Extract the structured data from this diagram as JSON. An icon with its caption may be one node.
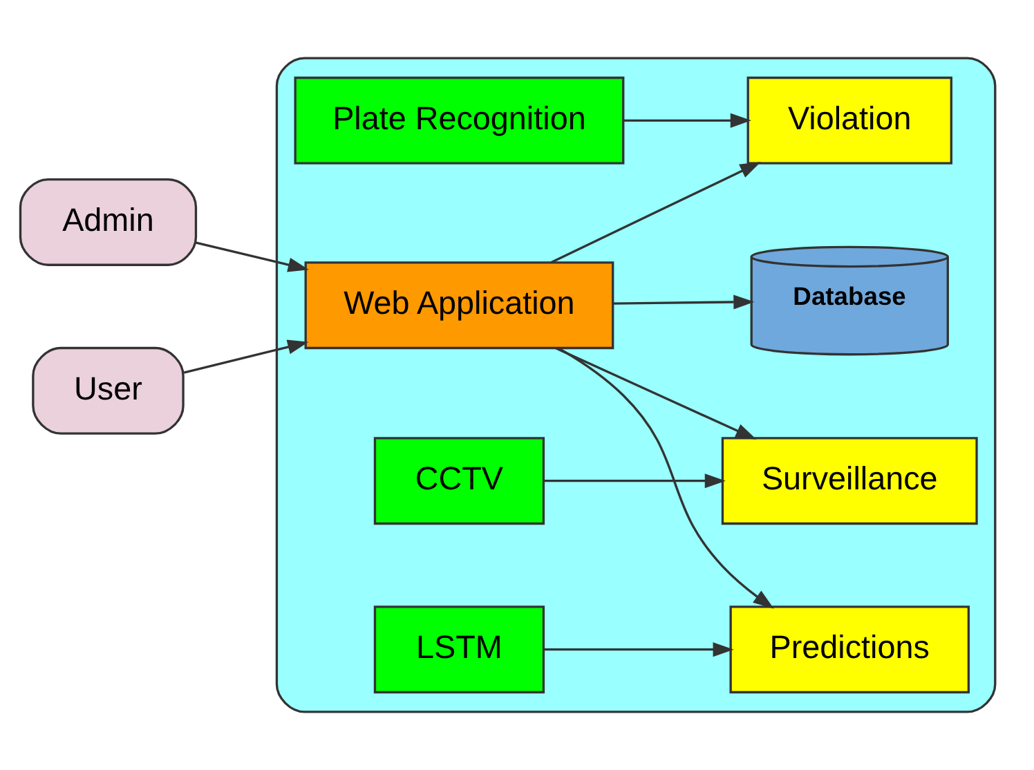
{
  "diagram": {
    "nodes": [
      {
        "text": [],
        "shape": "box"
      },
      {
        "text": [
          "Admin"
        ]
      },
      {
        "text": [
          "User"
        ]
      },
      {
        "text": [
          "Web Application"
        ],
        "in": 0
      },
      {
        "text": [
          "Violation"
        ],
        "in": 0
      },
      {
        "text": [
          "Surveillance"
        ],
        "in": 0
      },
      {
        "text": [
          "Predictions"
        ],
        "in": 0
      },
      {
        "text": [
          "Plate Recognition"
        ],
        "in": 0
      },
      {
        "text": [
          "CCTV"
        ],
        "in": 0
      },
      {
        "text": [
          "LSTM"
        ],
        "in": 0
      },
      {
        "text": [
          "Database"
        ],
        "in": 0
      }
    ],
    "edges": [
      {
        "from": 1,
        "to": 3,
        "arrow": "to"
      },
      {
        "from": 2,
        "to": 3,
        "arrow": "to"
      },
      {
        "from": 3,
        "to": 4,
        "arrow": "to"
      },
      {
        "from": 3,
        "to": 5,
        "arrow": "to"
      },
      {
        "from": 3,
        "to": 6,
        "arrow": "to"
      },
      {
        "from": 3,
        "to": 10,
        "arrow": "to"
      },
      {
        "from": 7,
        "to": 4,
        "arrow": "to"
      },
      {
        "from": 8,
        "to": 5,
        "arrow": "to"
      },
      {
        "from": 9,
        "to": 6,
        "arrow": "to"
      }
    ]
  }
}
